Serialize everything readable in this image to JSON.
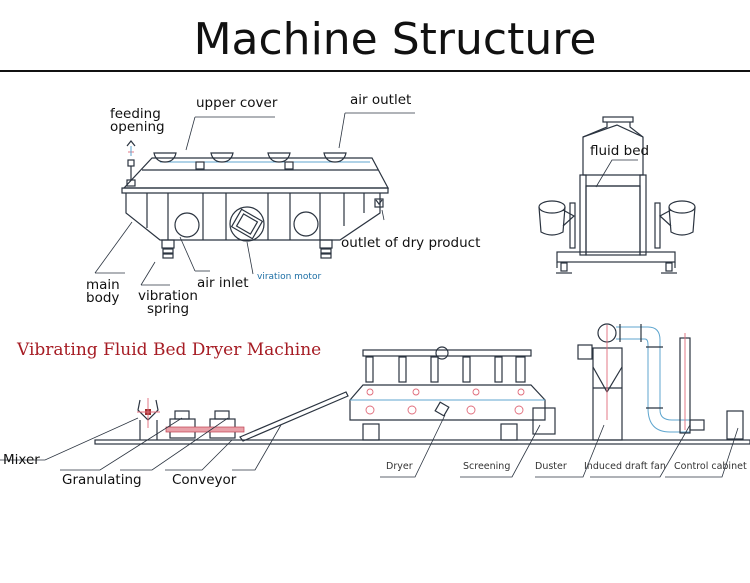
{
  "header": {
    "title": "Machine Structure"
  },
  "side_view": {
    "labels": {
      "feeding_opening": [
        "feeding",
        "opening"
      ],
      "upper_cover": "upper cover",
      "air_outlet": "air outlet",
      "outlet_dry_product": "outlet of dry product",
      "main_body": [
        "main",
        "body"
      ],
      "vibration_spring": [
        "vibration",
        "spring"
      ],
      "air_inlet": "air inlet",
      "vibration_motor": "viration motor"
    }
  },
  "cross_section": {
    "labels": {
      "fluid_bed": "fluid bed"
    }
  },
  "process_line": {
    "subtitle": "Vibrating Fluid Bed Dryer Machine",
    "subtitle_color": "#a61c24",
    "components": [
      {
        "id": "mixer",
        "label": "Mixer"
      },
      {
        "id": "granulating",
        "label": "Granulating"
      },
      {
        "id": "conveyor",
        "label": "Conveyor"
      },
      {
        "id": "dryer",
        "label": "Dryer"
      },
      {
        "id": "screening",
        "label": "Screening"
      },
      {
        "id": "duster",
        "label": "Duster"
      },
      {
        "id": "induced_draft_fan",
        "label": "Induced draft fan"
      },
      {
        "id": "control_cabinet",
        "label": "Control cabinet"
      }
    ]
  }
}
